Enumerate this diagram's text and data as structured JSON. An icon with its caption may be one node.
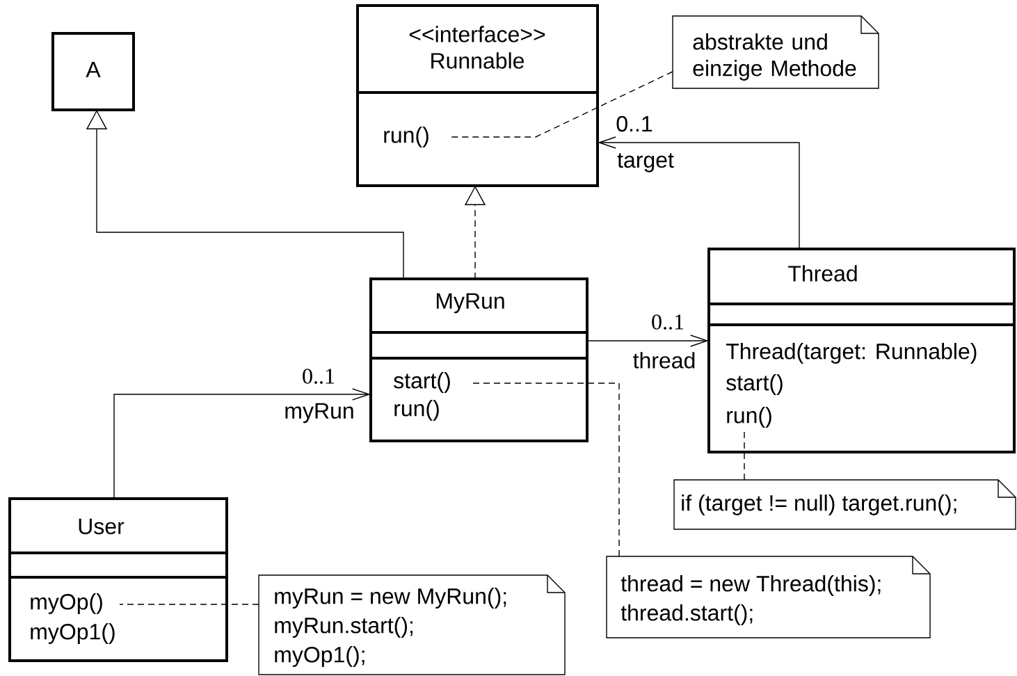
{
  "diagram": {
    "nodes": [
      {
        "text": [
          "A"
        ]
      },
      {
        "text": [
          "<<interface>> Runnable",
          "run()"
        ]
      },
      {
        "text": [
          "abstrakte und einzige Methode"
        ]
      },
      {
        "text": [
          "MyRun",
          "start()",
          "run()"
        ]
      },
      {
        "text": [
          "Thread",
          "Thread(target: Runnable)",
          "start()",
          "run()"
        ]
      },
      {
        "text": [
          "if (target != null) target.run();"
        ]
      },
      {
        "text": [
          "User",
          "myOp()",
          "myOp1()"
        ]
      },
      {
        "text": [
          "myRun = new MyRun();",
          "myRun.start();",
          "myOp1();"
        ]
      },
      {
        "text": [
          "thread = new Thread(this);",
          "thread.start();"
        ]
      }
    ],
    "edges": [
      {
        "from": 3,
        "to": 0,
        "arrow": "to"
      },
      {
        "from": 3,
        "to": 1,
        "arrow": "to",
        "style": "dashed"
      },
      {
        "from": 4,
        "to": 1,
        "arrow": "to",
        "label": "0..1"
      },
      {
        "from": 3,
        "to": 4,
        "arrow": "to",
        "label": "0..1"
      },
      {
        "from": 6,
        "to": 3,
        "arrow": "to",
        "label": "0..1"
      },
      {
        "from": 2,
        "to": 1,
        "arrow": "none",
        "style": "dashed"
      },
      {
        "from": 5,
        "to": 4,
        "arrow": "none",
        "style": "dashed"
      },
      {
        "from": 8,
        "to": 3,
        "arrow": "none",
        "style": "dashed"
      },
      {
        "from": 7,
        "to": 6,
        "arrow": "none",
        "style": "dashed"
      }
    ],
    "labels": [
      "target",
      "thread",
      "myRun"
    ]
  }
}
